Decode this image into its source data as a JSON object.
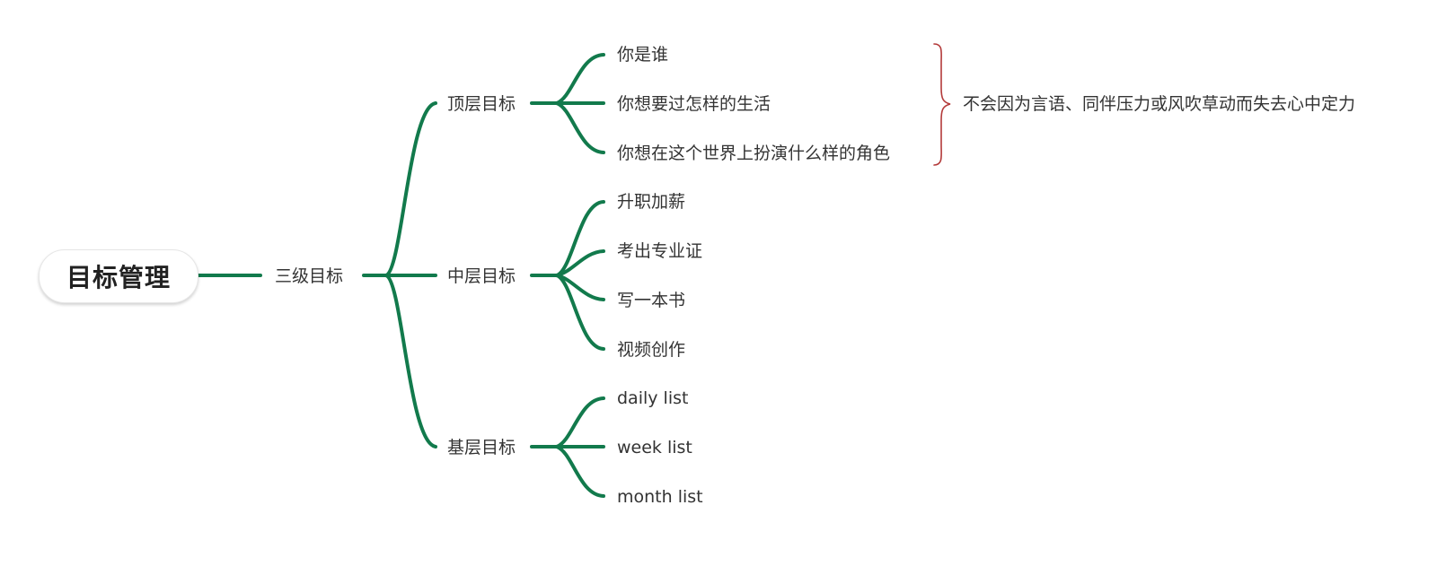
{
  "root": {
    "label": "目标管理"
  },
  "level1": {
    "label": "三级目标"
  },
  "groups": [
    {
      "label": "顶层目标",
      "items": [
        "你是谁",
        "你想要过怎样的生活",
        "你想在这个世界上扮演什么样的角色"
      ]
    },
    {
      "label": "中层目标",
      "items": [
        "升职加薪",
        "考出专业证",
        "写一本书",
        "视频创作"
      ]
    },
    {
      "label": "基层目标",
      "items": [
        "daily list",
        "week list",
        "month list"
      ]
    }
  ],
  "summary": {
    "label": "不会因为言语、同伴压力或风吹草动而失去心中定力"
  },
  "colors": {
    "branch": "#127a4c",
    "bracket": "#b33a3a",
    "text": "#333333"
  }
}
